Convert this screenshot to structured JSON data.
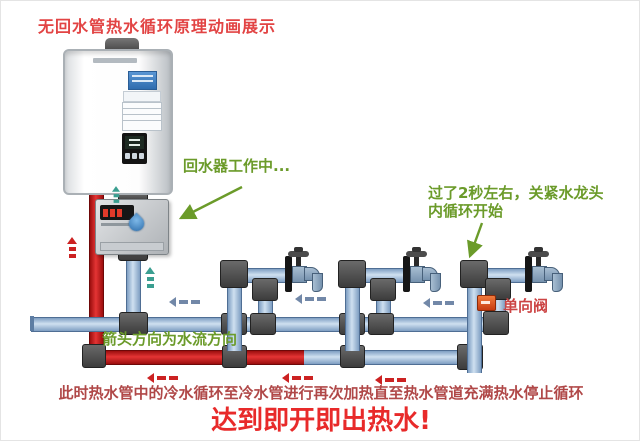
{
  "title": "无回水管热水循环原理动画展示",
  "annotations": {
    "pump_status": "回水器工作中...",
    "faucet_note_line1": "过了2秒左右，关紧水龙头",
    "faucet_note_line2": "内循环开始",
    "flow_direction_note": "箭头方向为水流方向",
    "check_valve_label": "单向阀",
    "bottom_caption": "此时热水管中的冷水循环至冷水管进行再次加热直至热水管道充满热水停止循环",
    "bottom_slogan": "达到即开即出热水!"
  },
  "colors": {
    "hot_pipe_red": "#c41414",
    "cold_pipe_blue": "#a9c6e2",
    "pipe_fitting_gray": "#3f3f3f",
    "check_valve_orange": "#e2571e",
    "title_red": "#e24444",
    "annotation_green": "#6b9b2a",
    "valve_label_red": "#cc4444",
    "caption_dark_red": "#b04848",
    "slogan_red": "#e82a2a",
    "hot_flow_arrow": "#cc2222",
    "cold_flow_arrow": "#7288a8",
    "pump_flow_arrow": "#3a9e90"
  }
}
